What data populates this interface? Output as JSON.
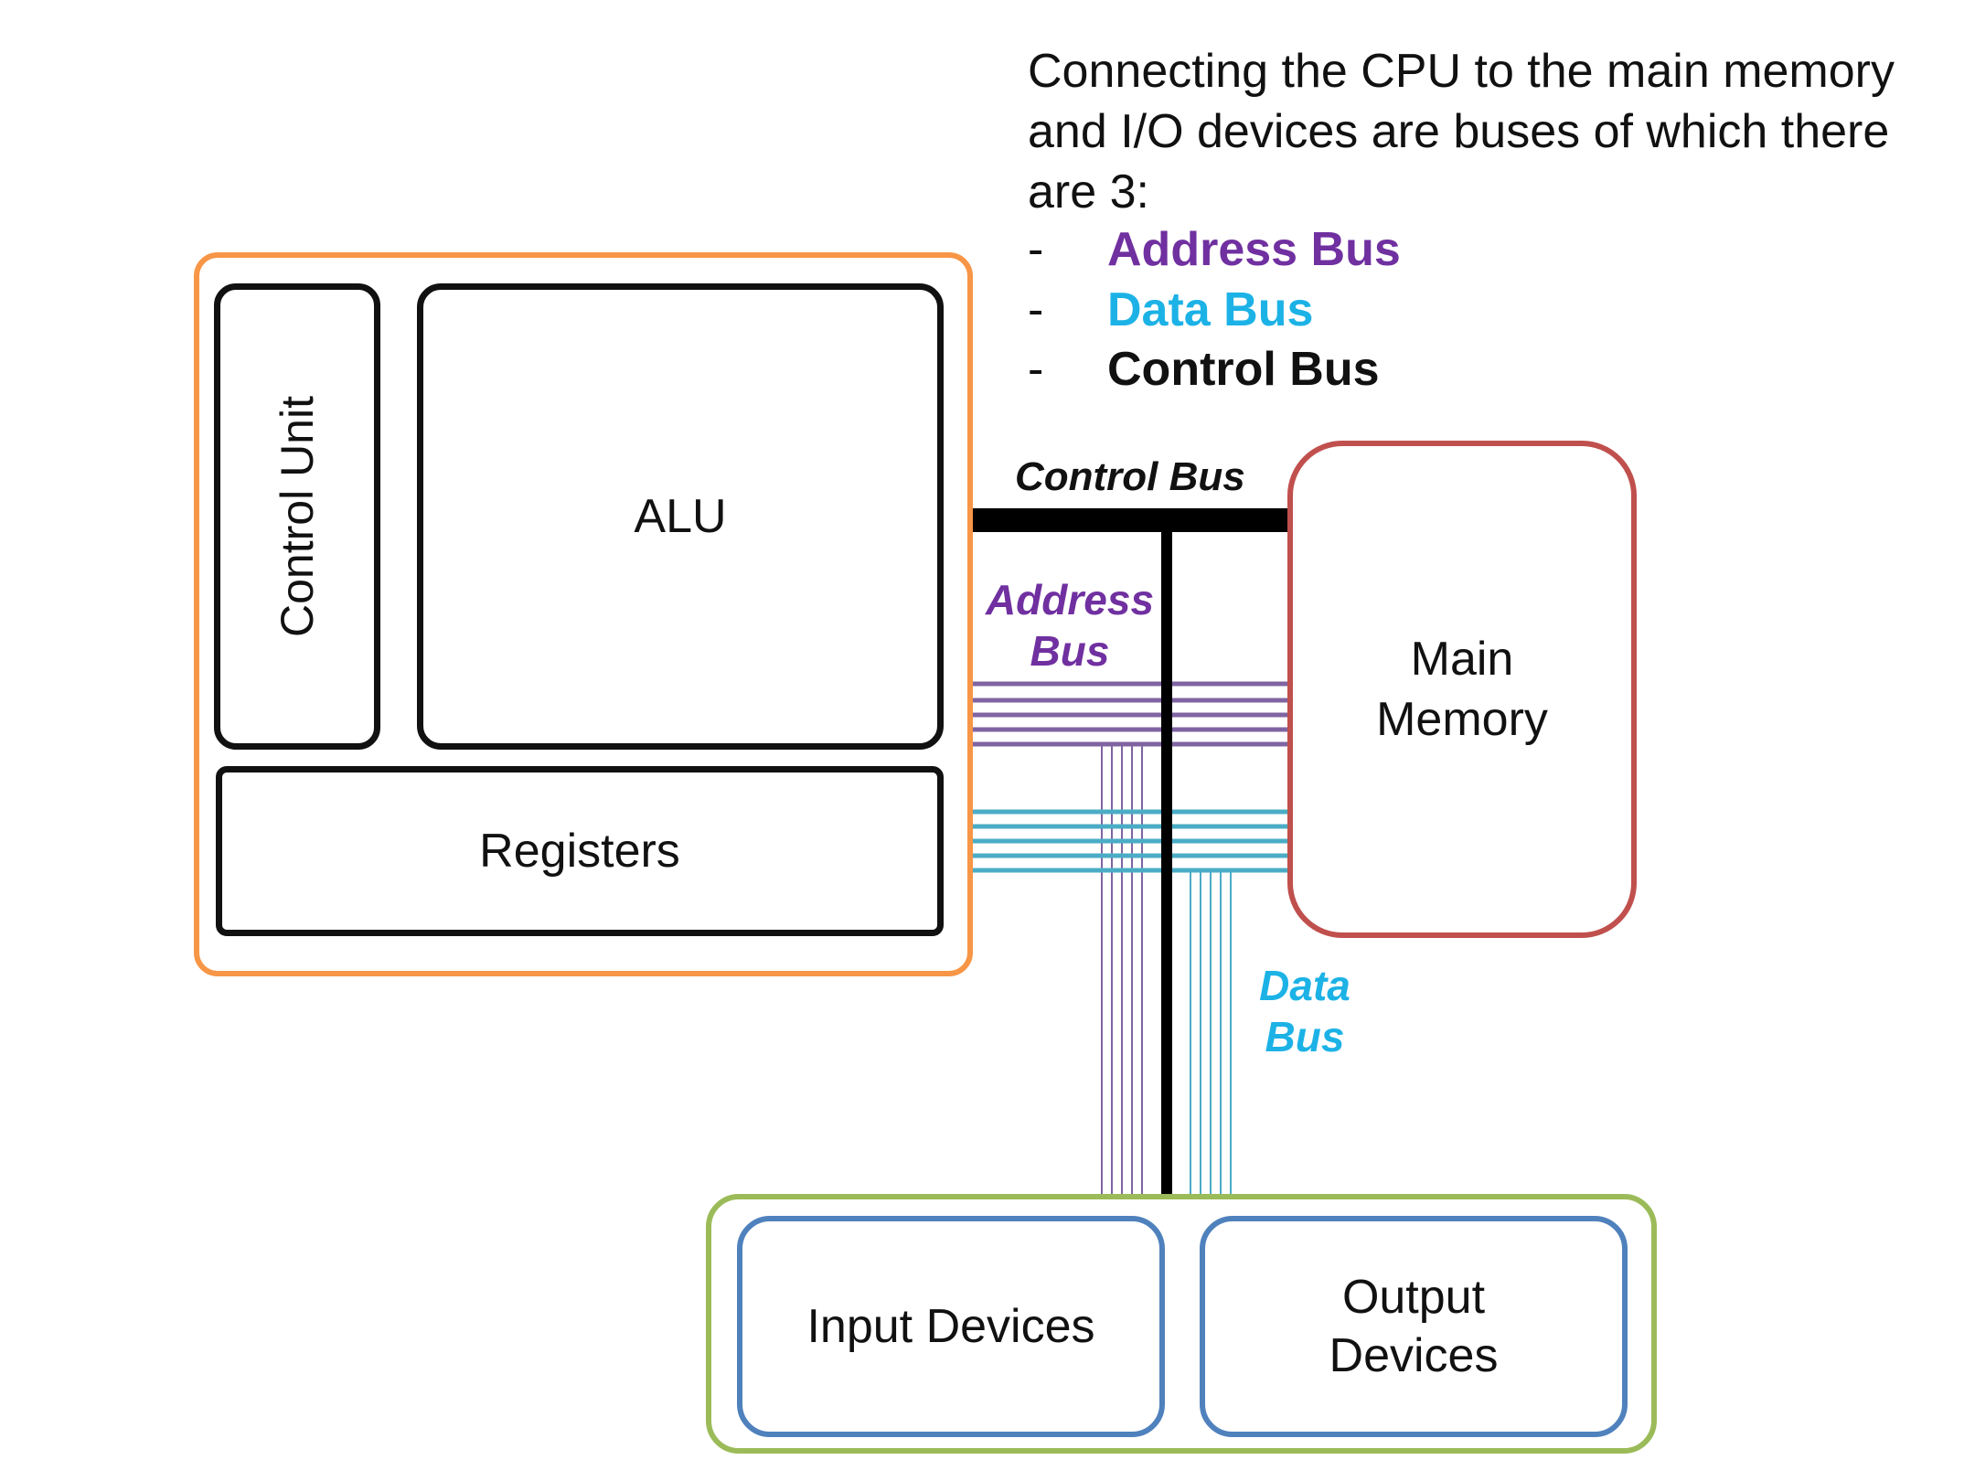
{
  "intro": {
    "text": "Connecting the CPU to the main memory and I/O devices are buses of which there are 3:",
    "bullet_marker": "-",
    "buses": [
      {
        "label": "Address Bus",
        "color": "#7030a0"
      },
      {
        "label": "Data Bus",
        "color": "#1cb2e6"
      },
      {
        "label": "Control Bus",
        "color": "#111111"
      }
    ]
  },
  "cpu": {
    "border_color": "#f79646",
    "control_unit": "Control Unit",
    "alu": "ALU",
    "registers": "Registers"
  },
  "memory": {
    "label": "Main Memory",
    "border_color": "#c0504d"
  },
  "io": {
    "border_color": "#9bbb59",
    "device_border_color": "#4f81bd",
    "input": "Input Devices",
    "output": "Output Devices"
  },
  "bus_labels": {
    "control": "Control Bus",
    "address": "Address Bus",
    "data": "Data Bus"
  },
  "colors": {
    "address_line": "#8064a2",
    "data_line": "#4bacc6",
    "control_line": "#000000"
  }
}
